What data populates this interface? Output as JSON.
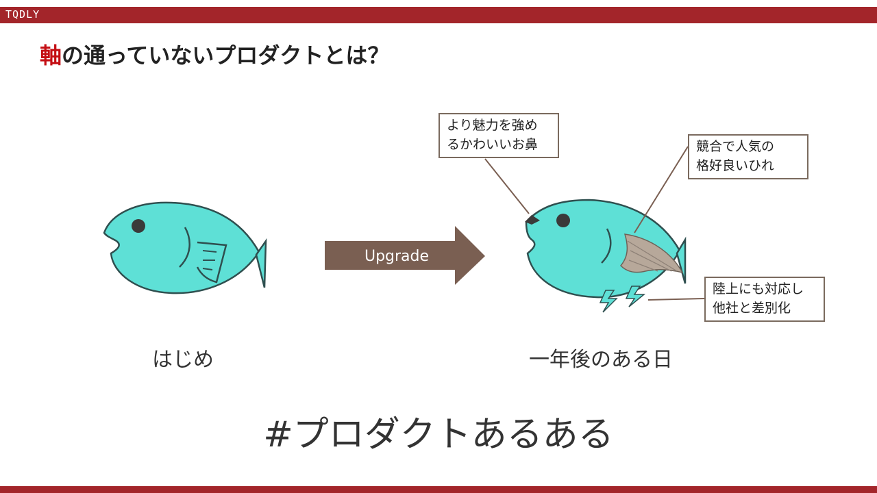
{
  "header": {
    "logo_text": "TQDLY"
  },
  "slide": {
    "title_accent": "軸",
    "title_rest": "の通っていないプロダクトとは？",
    "arrow_label": "Upgrade",
    "before_caption": "はじめ",
    "after_caption": "一年後のある日",
    "hashtag": "#プロダクトあるある"
  },
  "callouts": {
    "nose": [
      "より魅力を強め",
      "るかわいいお鼻"
    ],
    "fin": [
      "競合で人気の",
      "格好良いひれ"
    ],
    "legs": [
      "陸上にも対応し",
      "他社と差別化"
    ]
  },
  "colors": {
    "brand": "#a3252a",
    "accent_text": "#c40f14",
    "fish_body": "#5ee0d6",
    "arrow": "#7a5f52",
    "callout_border": "#7a6a5e"
  },
  "icons": [
    "fish-illustration",
    "upgraded-fish-illustration",
    "arrow-icon"
  ]
}
